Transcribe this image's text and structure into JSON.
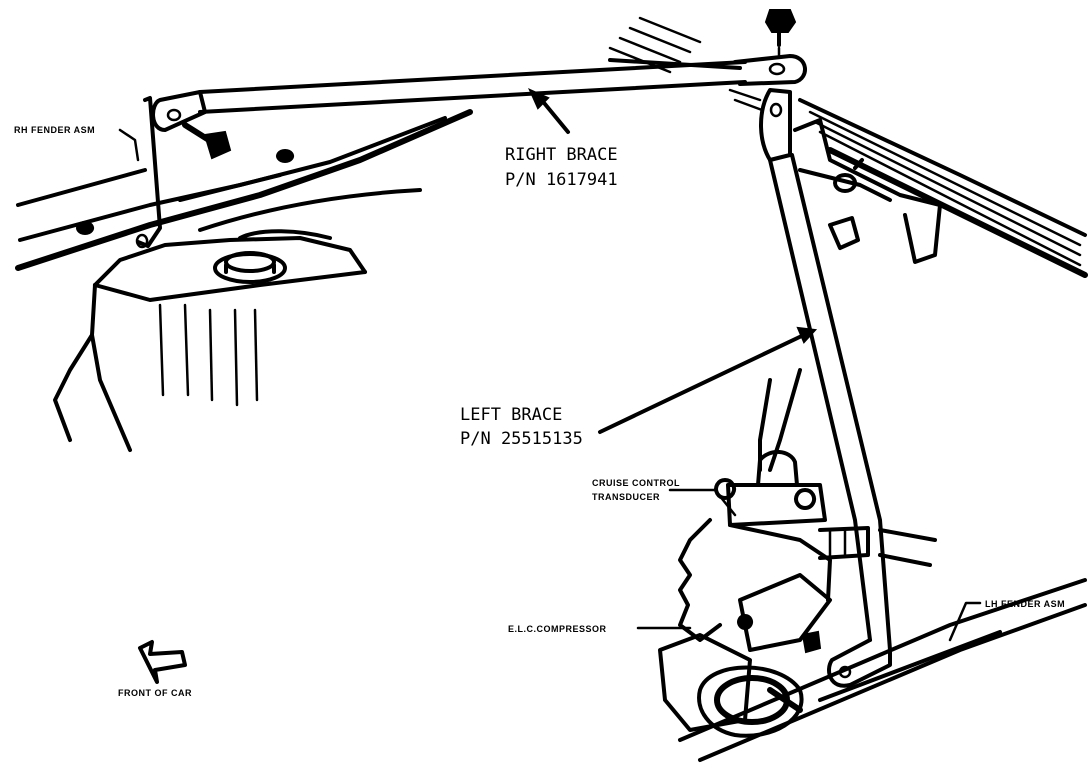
{
  "labels": {
    "rh_fender": "RH FENDER ASM",
    "right_brace": "RIGHT BRACE",
    "right_brace_pn": "P/N 1617941",
    "left_brace": "LEFT BRACE",
    "left_brace_pn": "P/N 25515135",
    "cruise_control_1": "CRUISE CONTROL",
    "cruise_control_2": "TRANSDUCER",
    "elc_compressor": "E.L.C.COMPRESSOR",
    "lh_fender": "LH FENDER ASM",
    "front_of_car": "FRONT OF CAR"
  },
  "icons": {
    "bolt": "bolt-icon",
    "nut": "nut-icon",
    "front_arrow": "front-arrow-icon"
  }
}
